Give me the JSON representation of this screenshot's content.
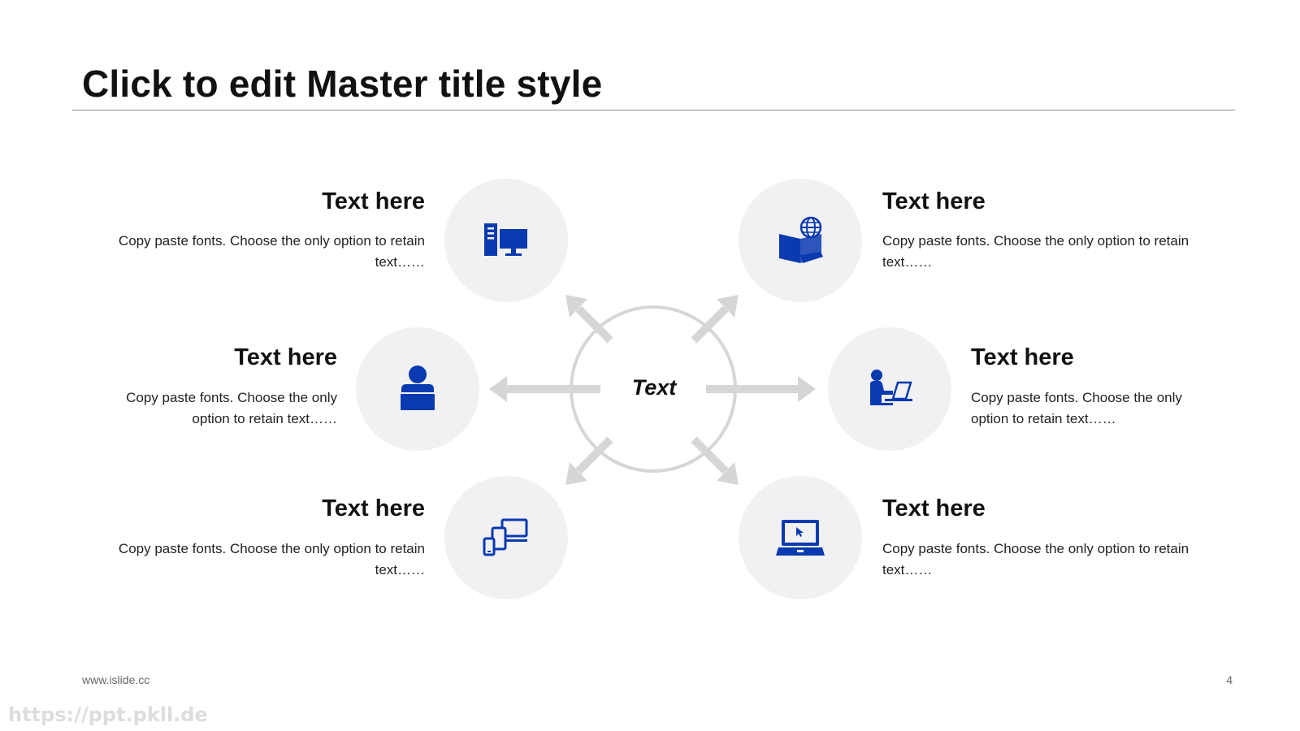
{
  "slide": {
    "title": "Click to edit Master title style"
  },
  "diagram": {
    "center_label": "Text",
    "nodes": [
      {
        "id": "top-left",
        "heading": "Text here",
        "body": "Copy paste fonts. Choose the only option to retain text……",
        "icon": "desktop-computer-icon"
      },
      {
        "id": "middle-left",
        "heading": "Text here",
        "body": "Copy paste fonts. Choose the only option to retain text……",
        "icon": "user-laptop-icon"
      },
      {
        "id": "bottom-left",
        "heading": "Text here",
        "body": "Copy paste fonts. Choose the only option to retain text……",
        "icon": "multi-device-icon"
      },
      {
        "id": "top-right",
        "heading": "Text here",
        "body": "Copy paste fonts. Choose the only option to retain text……",
        "icon": "laptop-globe-icon"
      },
      {
        "id": "middle-right",
        "heading": "Text here",
        "body": "Copy paste fonts. Choose the only option to retain text……",
        "icon": "person-at-desk-icon"
      },
      {
        "id": "bottom-right",
        "heading": "Text here",
        "body": "Copy paste fonts. Choose the only option to retain text……",
        "icon": "laptop-cursor-icon"
      }
    ]
  },
  "footer": {
    "url": "www.islide.cc",
    "page_number": "4"
  },
  "watermark": {
    "text": "https://ppt.pkll.de"
  },
  "colors": {
    "icon": "#0a3ab0",
    "circle": "#f1f1f3",
    "arrow": "#d6d6d8",
    "rule": "#8c8c8c"
  }
}
